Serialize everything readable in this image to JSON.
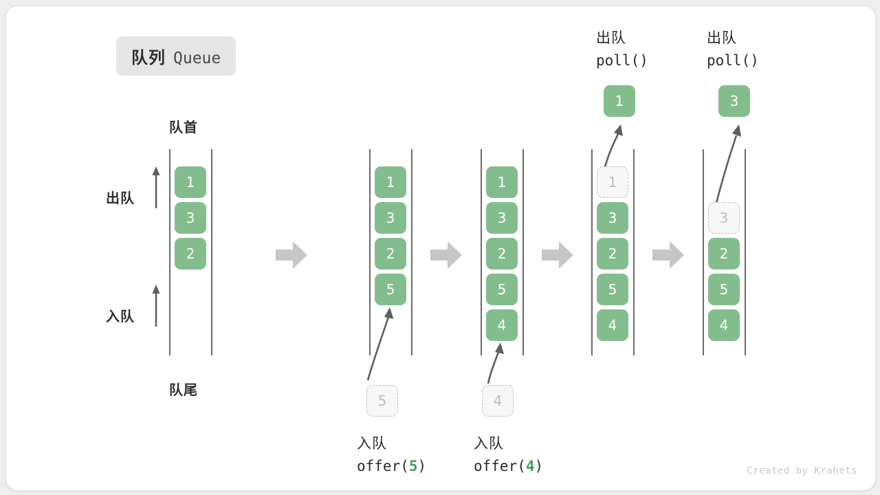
{
  "title": {
    "cn": "队列",
    "en": "Queue"
  },
  "labels": {
    "head": "队首",
    "tail": "队尾",
    "dequeue": "出队",
    "enqueue": "入队"
  },
  "colors": {
    "cell_fill": "#84bd8d",
    "cell_text": "#ffffff",
    "ghost_fill": "#f7f7f7",
    "ghost_border": "#bfbfbf",
    "ghost_text": "#bdbdbd",
    "rail": "#6a6a6a",
    "step_arrow": "#c6c6c6",
    "accent_number": "#3f9e54",
    "title_pill_bg": "#e5e5e5",
    "text": "#2b2b2b",
    "watermark": "#c9c9c9"
  },
  "stages": [
    {
      "id": "initial",
      "cells": [
        {
          "value": "1",
          "state": "filled"
        },
        {
          "value": "3",
          "state": "filled"
        },
        {
          "value": "2",
          "state": "filled"
        }
      ],
      "side_labels": {
        "top": "出队",
        "bottom": "入队"
      },
      "head_label": "队首",
      "tail_label": "队尾"
    },
    {
      "id": "offer-5",
      "cells": [
        {
          "value": "1",
          "state": "filled"
        },
        {
          "value": "3",
          "state": "filled"
        },
        {
          "value": "2",
          "state": "filled"
        },
        {
          "value": "5",
          "state": "filled"
        }
      ],
      "op": {
        "cn": "入队",
        "code_prefix": "offer(",
        "code_value": "5",
        "code_suffix": ")"
      },
      "incoming": {
        "value": "5",
        "state": "ghost"
      }
    },
    {
      "id": "offer-4",
      "cells": [
        {
          "value": "1",
          "state": "filled"
        },
        {
          "value": "3",
          "state": "filled"
        },
        {
          "value": "2",
          "state": "filled"
        },
        {
          "value": "5",
          "state": "filled"
        },
        {
          "value": "4",
          "state": "filled"
        }
      ],
      "op": {
        "cn": "入队",
        "code_prefix": "offer(",
        "code_value": "4",
        "code_suffix": ")"
      },
      "incoming": {
        "value": "4",
        "state": "ghost"
      }
    },
    {
      "id": "poll-1",
      "cells": [
        {
          "value": "1",
          "state": "ghost"
        },
        {
          "value": "3",
          "state": "filled"
        },
        {
          "value": "2",
          "state": "filled"
        },
        {
          "value": "5",
          "state": "filled"
        },
        {
          "value": "4",
          "state": "filled"
        }
      ],
      "op": {
        "cn": "出队",
        "code_prefix": "poll(",
        "code_value": "",
        "code_suffix": ")"
      },
      "outgoing": {
        "value": "1",
        "state": "filled"
      }
    },
    {
      "id": "poll-3",
      "cells": [
        {
          "value": "3",
          "state": "ghost"
        },
        {
          "value": "2",
          "state": "filled"
        },
        {
          "value": "5",
          "state": "filled"
        },
        {
          "value": "4",
          "state": "filled"
        }
      ],
      "op": {
        "cn": "出队",
        "code_prefix": "poll(",
        "code_value": "",
        "code_suffix": ")"
      },
      "outgoing": {
        "value": "3",
        "state": "filled"
      }
    }
  ],
  "watermark": "Created by Krahets"
}
